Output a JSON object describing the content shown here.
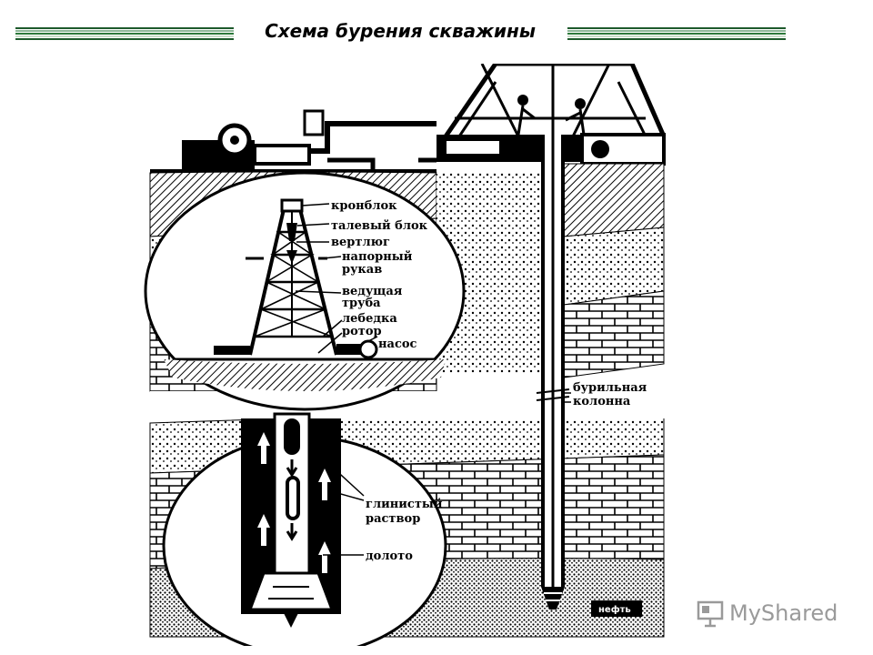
{
  "slide": {
    "title": "Схема бурения скважины"
  },
  "labels": {
    "crown_block": "кронблок",
    "traveling_block": "талевый блок",
    "swivel": "вертлюг",
    "pressure_hose_1": "напорный",
    "pressure_hose_2": "рукав",
    "kelly_1": "ведущая",
    "kelly_2": "труба",
    "winch": "лебедка",
    "rotor": "ротор",
    "pump": "насос",
    "drill_string_1": "бурильная",
    "drill_string_2": "колонна",
    "mud_1": "глинистый",
    "mud_2": "раствор",
    "bit": "долото",
    "oil": "нефть"
  },
  "watermark": {
    "text": "MyShared"
  },
  "colors": {
    "ink": "#000000",
    "rule_dark": "#1e5a2c",
    "rule_light": "#8fb89a",
    "watermark": "#9a9a9a"
  }
}
